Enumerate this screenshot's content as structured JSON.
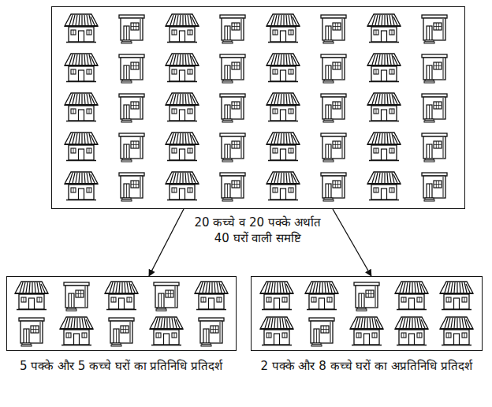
{
  "diagram": {
    "nodes": [
      {
        "text": [
          "20 कच्चे व 20 पक्के अर्थात 40 घरों वाली समष्टि"
        ]
      },
      {
        "text": [
          "5 पक्के और 5 कच्चे घरों का प्रतिनिधि प्रतिदर्श"
        ]
      },
      {
        "text": [
          "2 पक्के और 8 कच्चे घरों का अप्रतिनिधि प्रतिदर्श"
        ]
      }
    ],
    "edges": [
      {
        "from": 0,
        "to": 1,
        "arrow": "to"
      },
      {
        "from": 0,
        "to": 2,
        "arrow": "to"
      }
    ]
  }
}
